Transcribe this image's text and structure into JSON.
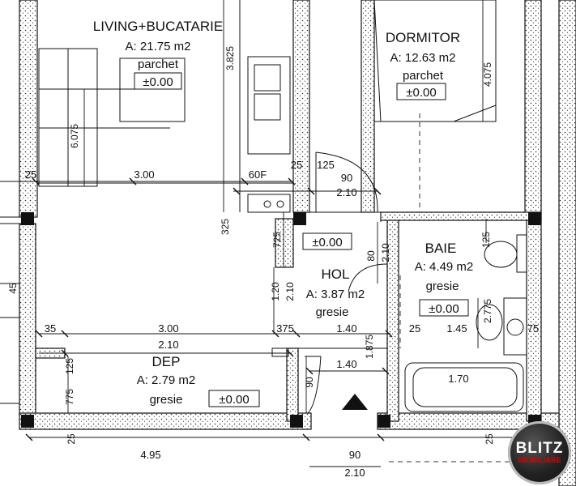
{
  "rooms": {
    "living": {
      "name": "LIVING+BUCATARIE",
      "area": "A: 21.75 m2",
      "floor": "parchet",
      "level": "±0.00"
    },
    "dormitor": {
      "name": "DORMITOR",
      "area": "A: 12.63 m2",
      "floor": "parchet",
      "level": "±0.00"
    },
    "hol": {
      "name": "HOL",
      "area": "A: 3.87 m2",
      "floor": "gresie",
      "level": "±0.00"
    },
    "baie": {
      "name": "BAIE",
      "area": "A: 4.49 m2",
      "floor": "gresie",
      "level": "±0.00"
    },
    "dep": {
      "name": "DEP",
      "area": "A: 2.79 m2",
      "floor": "gresie",
      "level": "±0.00"
    }
  },
  "dimensions": {
    "d_3_00_top": "3.00",
    "d_25_left": "25",
    "d_60F": "60F",
    "d_25_mid": "25",
    "d_12_5": "125",
    "d_90_top": "90",
    "d_2_10_top": "2.10",
    "d_3_82_5": "3.825",
    "d_6_07_5": "6.075",
    "d_4_07_5": "4.075",
    "d_32_5": "325",
    "d_72_5": "725",
    "d_80": "80",
    "d_2_10_v": "2.10",
    "d_1_20": "1.20",
    "d_2_10_hol": "2.10",
    "d_35": "35",
    "d_3_00_mid": "3.00",
    "d_2_10_mid": "2.10",
    "d_37_5": "375",
    "d_1_40_a": "1.40",
    "d_2_5": "25",
    "d_1_45": "1.45",
    "d_7_5": "75",
    "d_1_87_5": "1.875",
    "d_1_40_b": "1.40",
    "d_12_5_v": "125",
    "d_77_5": "775",
    "d_90_v": "90",
    "d_1_70": "1.70",
    "d_2_77_5": "2.775",
    "d_12_5_baie": "125",
    "d_25_bottom": "25",
    "d_4_95": "4.95",
    "d_90_bottom": "90",
    "d_2_10_bottom": "2.10",
    "d_25_right": "25",
    "d_45_left": "45"
  },
  "logo": {
    "brand": "BLITZ",
    "sub": "IMOBILIARE"
  }
}
